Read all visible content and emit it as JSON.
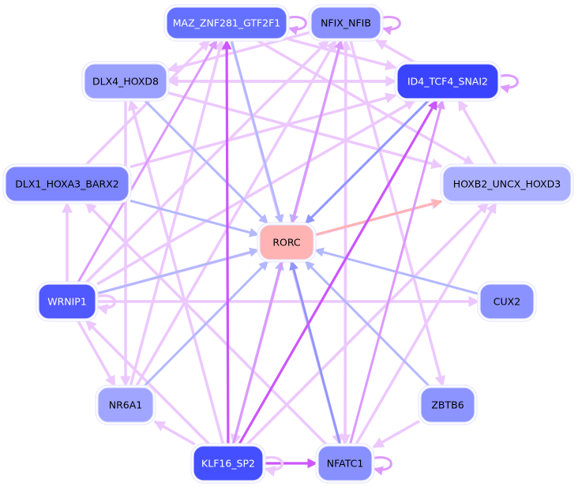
{
  "diagram": {
    "title": "Regulatory network around RORC",
    "colors": {
      "edge_strong_violet": "#cc55ff",
      "edge_medium_violet": "#dd99ff",
      "edge_light_violet": "#ecc8ff",
      "edge_blue": "#b3b8ff",
      "edge_blue_dark": "#8f96ff",
      "edge_red": "#ffb3b3",
      "node_center": "#ffb3b3"
    },
    "nodes": [
      {
        "id": "MAZ_ZNF281_GTF2F1",
        "label": "MAZ_ZNF281_GTF2F1",
        "fill": "#6470ff",
        "text_color": "#ffffff"
      },
      {
        "id": "NFIX_NFIB",
        "label": "NFIX_NFIB",
        "fill": "#8890ff",
        "text_color": "#000000"
      },
      {
        "id": "DLX4_HOXD8",
        "label": "DLX4_HOXD8",
        "fill": "#9aa0ff",
        "text_color": "#000000"
      },
      {
        "id": "ID4_TCF4_SNAI2",
        "label": "ID4_TCF4_SNAI2",
        "fill": "#3a44ff",
        "text_color": "#ffffff"
      },
      {
        "id": "DLX1_HOXA3_BARX2",
        "label": "DLX1_HOXA3_BARX2",
        "fill": "#7e86ff",
        "text_color": "#000000"
      },
      {
        "id": "HOXB2_UNCX_HOXD3",
        "label": "HOXB2_UNCX_HOXD3",
        "fill": "#aab0ff",
        "text_color": "#000000"
      },
      {
        "id": "RORC",
        "label": "RORC",
        "fill": "#ffb3b3",
        "text_color": "#000000"
      },
      {
        "id": "WRNIP1",
        "label": "WRNIP1",
        "fill": "#5058ff",
        "text_color": "#ffffff"
      },
      {
        "id": "CUX2",
        "label": "CUX2",
        "fill": "#8a92ff",
        "text_color": "#000000"
      },
      {
        "id": "NR6A1",
        "label": "NR6A1",
        "fill": "#a0a6ff",
        "text_color": "#000000"
      },
      {
        "id": "ZBTB6",
        "label": "ZBTB6",
        "fill": "#8c94ff",
        "text_color": "#000000"
      },
      {
        "id": "KLF16_SP2",
        "label": "KLF16_SP2",
        "fill": "#4450ff",
        "text_color": "#ffffff"
      },
      {
        "id": "NFATC1",
        "label": "NFATC1",
        "fill": "#8890ff",
        "text_color": "#000000"
      }
    ],
    "edges": [
      {
        "from": "DLX1_HOXA3_BARX2",
        "to": "RORC",
        "style": "blue"
      },
      {
        "from": "DLX4_HOXD8",
        "to": "RORC",
        "style": "blue"
      },
      {
        "from": "MAZ_ZNF281_GTF2F1",
        "to": "RORC",
        "style": "blue"
      },
      {
        "from": "NFIX_NFIB",
        "to": "RORC",
        "style": "blue"
      },
      {
        "from": "ID4_TCF4_SNAI2",
        "to": "RORC",
        "style": "blue_dark"
      },
      {
        "from": "CUX2",
        "to": "RORC",
        "style": "blue"
      },
      {
        "from": "ZBTB6",
        "to": "RORC",
        "style": "blue"
      },
      {
        "from": "NFATC1",
        "to": "RORC",
        "style": "blue_dark"
      },
      {
        "from": "KLF16_SP2",
        "to": "RORC",
        "style": "blue"
      },
      {
        "from": "NR6A1",
        "to": "RORC",
        "style": "blue"
      },
      {
        "from": "WRNIP1",
        "to": "RORC",
        "style": "blue"
      },
      {
        "from": "RORC",
        "to": "HOXB2_UNCX_HOXD3",
        "style": "red"
      },
      {
        "from": "KLF16_SP2",
        "to": "MAZ_ZNF281_GTF2F1",
        "style": "strong"
      },
      {
        "from": "KLF16_SP2",
        "to": "ID4_TCF4_SNAI2",
        "style": "strong"
      },
      {
        "from": "KLF16_SP2",
        "to": "NFATC1",
        "style": "strong"
      },
      {
        "from": "NFATC1",
        "to": "ID4_TCF4_SNAI2",
        "style": "medium"
      },
      {
        "from": "KLF16_SP2",
        "to": "NFIX_NFIB",
        "style": "medium"
      },
      {
        "from": "WRNIP1",
        "to": "MAZ_ZNF281_GTF2F1",
        "style": "medium"
      },
      {
        "from": "KLF16_SP2",
        "to": "NR6A1",
        "style": "light"
      },
      {
        "from": "KLF16_SP2",
        "to": "WRNIP1",
        "style": "light"
      },
      {
        "from": "KLF16_SP2",
        "to": "DLX4_HOXD8",
        "style": "light"
      },
      {
        "from": "KLF16_SP2",
        "to": "HOXB2_UNCX_HOXD3",
        "style": "light"
      },
      {
        "from": "NFIX_NFIB",
        "to": "NFATC1",
        "style": "light"
      },
      {
        "from": "NFATC1",
        "to": "NFIX_NFIB",
        "style": "light"
      },
      {
        "from": "NFATC1",
        "to": "HOXB2_UNCX_HOXD3",
        "style": "light"
      },
      {
        "from": "ZBTB6",
        "to": "NFATC1",
        "style": "light"
      },
      {
        "from": "NFIX_NFIB",
        "to": "ZBTB6",
        "style": "light"
      },
      {
        "from": "WRNIP1",
        "to": "DLX1_HOXA3_BARX2",
        "style": "light"
      },
      {
        "from": "WRNIP1",
        "to": "CUX2",
        "style": "light"
      },
      {
        "from": "WRNIP1",
        "to": "NR6A1",
        "style": "light"
      },
      {
        "from": "WRNIP1",
        "to": "NFIX_NFIB",
        "style": "light"
      },
      {
        "from": "WRNIP1",
        "to": "ID4_TCF4_SNAI2",
        "style": "light"
      },
      {
        "from": "WRNIP1",
        "to": "HOXB2_UNCX_HOXD3",
        "style": "light"
      },
      {
        "from": "DLX4_HOXD8",
        "to": "ID4_TCF4_SNAI2",
        "style": "light"
      },
      {
        "from": "ID4_TCF4_SNAI2",
        "to": "DLX4_HOXD8",
        "style": "light"
      },
      {
        "from": "NFIX_NFIB",
        "to": "DLX4_HOXD8",
        "style": "light"
      },
      {
        "from": "ID4_TCF4_SNAI2",
        "to": "NFIX_NFIB",
        "style": "light"
      },
      {
        "from": "DLX4_HOXD8",
        "to": "HOXB2_UNCX_HOXD3",
        "style": "light"
      },
      {
        "from": "MAZ_ZNF281_GTF2F1",
        "to": "HOXB2_UNCX_HOXD3",
        "style": "light"
      },
      {
        "from": "MAZ_ZNF281_GTF2F1",
        "to": "ID4_TCF4_SNAI2",
        "style": "light"
      },
      {
        "from": "DLX1_HOXA3_BARX2",
        "to": "ID4_TCF4_SNAI2",
        "style": "light"
      },
      {
        "from": "DLX1_HOXA3_BARX2",
        "to": "MAZ_ZNF281_GTF2F1",
        "style": "light"
      },
      {
        "from": "HOXB2_UNCX_HOXD3",
        "to": "ID4_TCF4_SNAI2",
        "style": "light"
      },
      {
        "from": "NR6A1",
        "to": "MAZ_ZNF281_GTF2F1",
        "style": "light"
      },
      {
        "from": "NR6A1",
        "to": "NFIX_NFIB",
        "style": "light"
      },
      {
        "from": "DLX4_HOXD8",
        "to": "NR6A1",
        "style": "light"
      },
      {
        "from": "NFATC1",
        "to": "DLX1_HOXA3_BARX2",
        "style": "light"
      },
      {
        "from": "MAZ_ZNF281_GTF2F1",
        "to": "NFATC1",
        "style": "light"
      },
      {
        "from": "NFIX_NFIB",
        "to": "KLF16_SP2",
        "style": "light"
      }
    ],
    "self_loops": [
      {
        "node": "MAZ_ZNF281_GTF2F1",
        "style": "medium"
      },
      {
        "node": "NFIX_NFIB",
        "style": "medium"
      },
      {
        "node": "ID4_TCF4_SNAI2",
        "style": "medium"
      },
      {
        "node": "WRNIP1",
        "style": "light"
      },
      {
        "node": "KLF16_SP2",
        "style": "light"
      },
      {
        "node": "NFATC1",
        "style": "medium"
      }
    ]
  }
}
